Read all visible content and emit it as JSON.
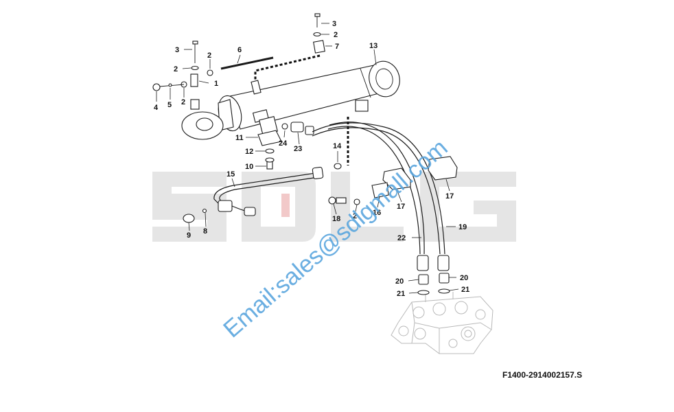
{
  "figure_code": "F1400-2914002157.S",
  "watermark": {
    "brand_logo": "SDLG",
    "email": "Email:sales@sdlgmall.com"
  },
  "callouts": {
    "c1": "1",
    "c2a": "2",
    "c2b": "2",
    "c2c": "2",
    "c2d": "2",
    "c2e": "2",
    "c3a": "3",
    "c3b": "3",
    "c4": "4",
    "c5": "5",
    "c6": "6",
    "c7": "7",
    "c8": "8",
    "c9": "9",
    "c10": "10",
    "c11": "11",
    "c12": "12",
    "c13": "13",
    "c14": "14",
    "c15": "15",
    "c16": "16",
    "c17a": "17",
    "c17b": "17",
    "c18": "18",
    "c19": "19",
    "c20a": "20",
    "c20b": "20",
    "c21a": "21",
    "c21b": "21",
    "c22": "22",
    "c23": "23",
    "c24": "24"
  },
  "colors": {
    "watermark_logo": "#e5e5e5",
    "watermark_logo_accent": "#f2c9c9",
    "watermark_email": "#5aa6de",
    "line_art": "#1a1a1a",
    "valve_block": "#b8b8b8"
  }
}
